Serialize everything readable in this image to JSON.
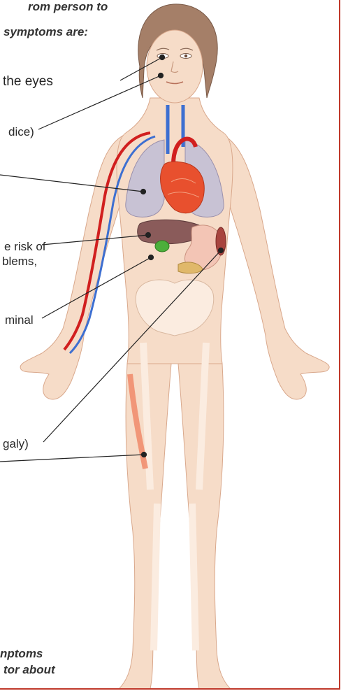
{
  "intro": {
    "line1": "rom person to",
    "line2": "symptoms are:"
  },
  "labels": {
    "eyes": "the eyes",
    "jaundice": "dice)",
    "liver_line1": "e risk of",
    "liver_line2": "blems,",
    "abdominal": "minal",
    "splenomegaly": "galy)"
  },
  "footer": {
    "line1": "nptoms",
    "line2": "tor about"
  },
  "colors": {
    "frame": "#c0392b",
    "skin": "#f6dcc8",
    "bone": "#fbece0",
    "hair": "#a57f68",
    "artery": "#d11f1f",
    "vein": "#3d6fd1",
    "lung": "#c8c2d4",
    "heart": "#e8502e",
    "liver": "#8a5b5a",
    "stomach": "#f3c5b5",
    "spleen": "#a8443f",
    "gallbladder": "#4caf3b"
  }
}
